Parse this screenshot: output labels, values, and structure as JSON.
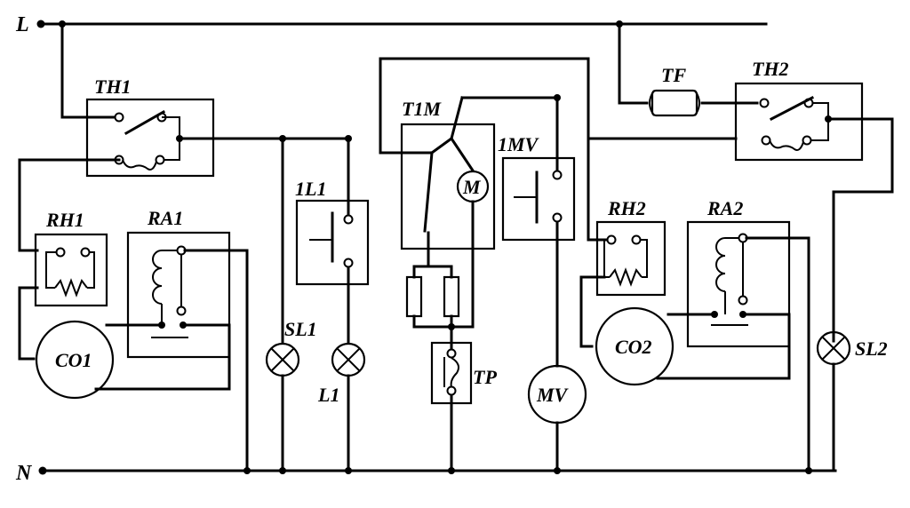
{
  "rails": {
    "line": "L",
    "neutral": "N"
  },
  "labels": {
    "th1": "TH1",
    "th2": "TH2",
    "tf": "TF",
    "t1m": "T1M",
    "motor": "M",
    "mv1": "1MV",
    "l1_switch": "1L1",
    "rh1": "RH1",
    "ra1": "RA1",
    "rh2": "RH2",
    "ra2": "RA2",
    "co1": "CO1",
    "co2": "CO2",
    "sl1": "SL1",
    "sl2": "SL2",
    "l1": "L1",
    "tp": "TP",
    "mv": "MV"
  }
}
